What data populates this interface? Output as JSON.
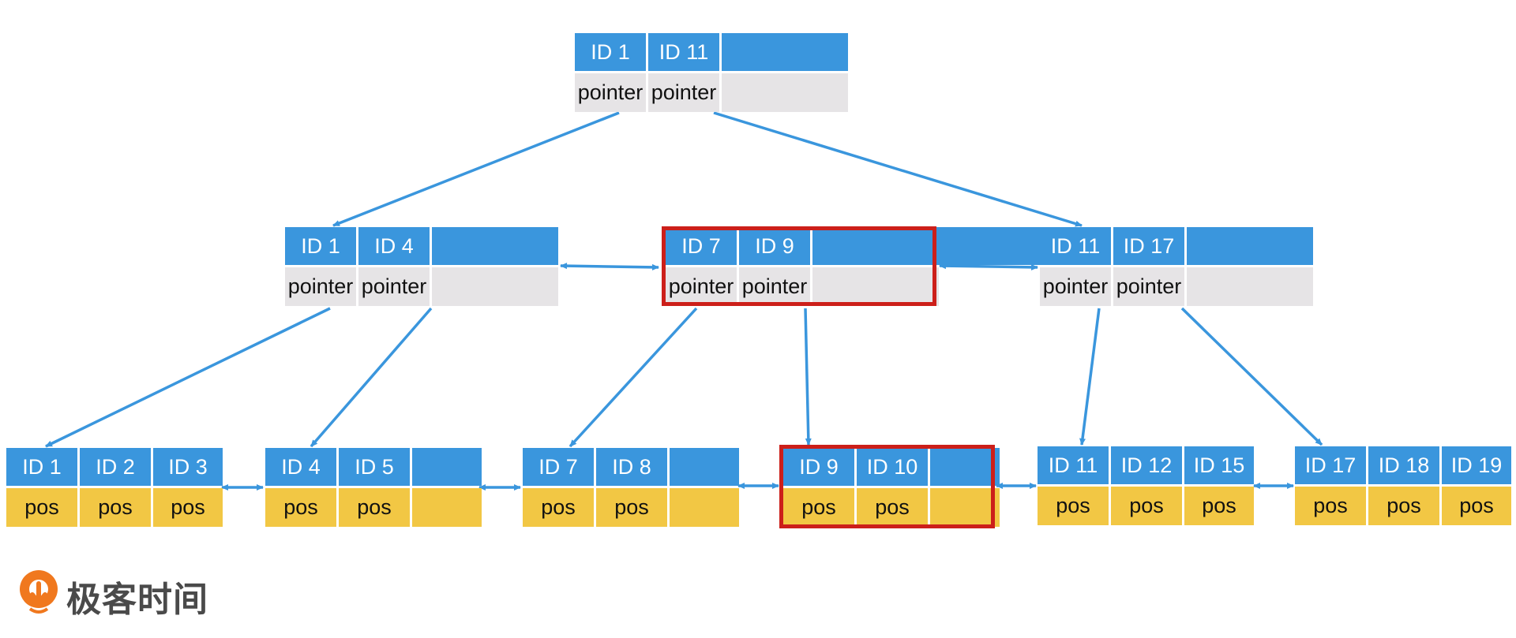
{
  "colors": {
    "key_fill": "#3a96dd",
    "pointer_fill": "#e6e4e6",
    "pos_fill": "#f2c744",
    "arrow": "#3a96dd",
    "highlight": "#cc1f1a"
  },
  "root": {
    "keys": [
      "ID 1",
      "ID 11",
      ""
    ],
    "values": [
      "pointer",
      "pointer",
      ""
    ]
  },
  "internal": [
    {
      "keys": [
        "ID 1",
        "ID 4",
        ""
      ],
      "values": [
        "pointer",
        "pointer",
        ""
      ],
      "highlighted": false
    },
    {
      "keys": [
        "ID 7",
        "ID 9",
        ""
      ],
      "values": [
        "pointer",
        "pointer",
        ""
      ],
      "highlighted": true
    },
    {
      "keys": [
        "ID 11",
        "ID 17",
        ""
      ],
      "values": [
        "pointer",
        "pointer",
        ""
      ],
      "highlighted": false
    }
  ],
  "leaves": [
    {
      "keys": [
        "ID 1",
        "ID 2",
        "ID 3"
      ],
      "values": [
        "pos",
        "pos",
        "pos"
      ],
      "highlighted": false
    },
    {
      "keys": [
        "ID 4",
        "ID 5",
        ""
      ],
      "values": [
        "pos",
        "pos",
        ""
      ],
      "highlighted": false
    },
    {
      "keys": [
        "ID 7",
        "ID 8",
        ""
      ],
      "values": [
        "pos",
        "pos",
        ""
      ],
      "highlighted": false
    },
    {
      "keys": [
        "ID 9",
        "ID 10",
        ""
      ],
      "values": [
        "pos",
        "pos",
        ""
      ],
      "highlighted": true
    },
    {
      "keys": [
        "ID 11",
        "ID 12",
        "ID 15"
      ],
      "values": [
        "pos",
        "pos",
        "pos"
      ],
      "highlighted": false
    },
    {
      "keys": [
        "ID 17",
        "ID 18",
        "ID 19"
      ],
      "values": [
        "pos",
        "pos",
        "pos"
      ],
      "highlighted": false
    }
  ],
  "logo": {
    "icon": "geektime-logo-icon",
    "text": "极客时间"
  }
}
